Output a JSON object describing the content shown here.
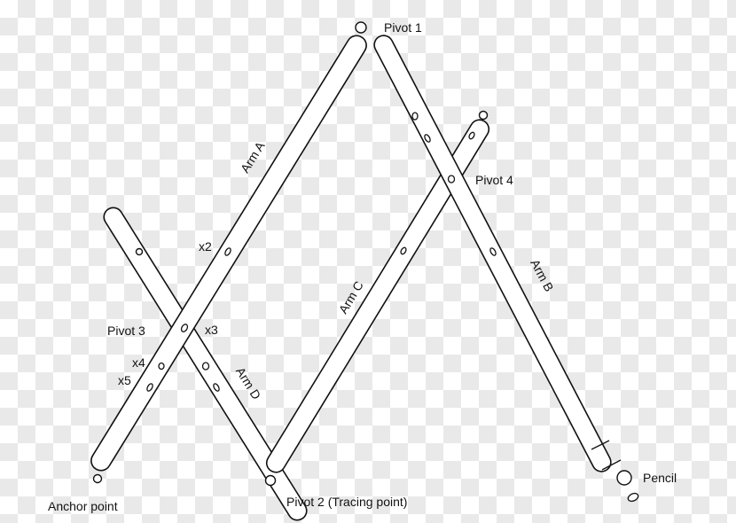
{
  "pivots": {
    "pivot1": "Pivot 1",
    "pivot2": "Pivot 2 (Tracing point)",
    "pivot3": "Pivot 3",
    "pivot4": "Pivot 4"
  },
  "arms": {
    "arm_a": "Arm A",
    "arm_b": "Arm B",
    "arm_c": "Arm C",
    "arm_d": "Arm D"
  },
  "points": {
    "anchor": "Anchor point",
    "pencil": "Pencil"
  },
  "hole_markers": {
    "x2": "x2",
    "x3": "x3",
    "x4": "x4",
    "x5": "x5"
  }
}
